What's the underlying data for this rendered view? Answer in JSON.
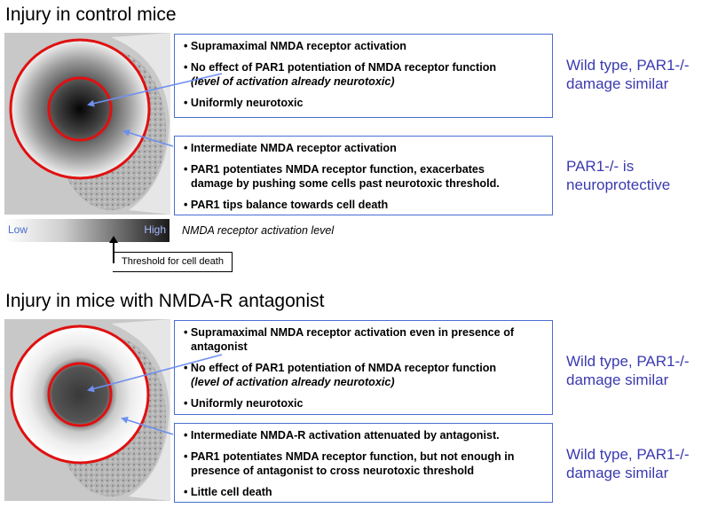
{
  "sections": [
    {
      "title": "Injury in control mice",
      "box1": {
        "items": [
          "• Supramaximal NMDA receptor activation",
          "• No effect of PAR1 potentiation of NMDA receptor function",
          "(level of activation already neurotoxic)",
          "• Uniformly neurotoxic"
        ]
      },
      "outcome1": [
        "Wild type, PAR1-/-",
        "damage similar"
      ],
      "box2": {
        "items": [
          "• Intermediate NMDA receptor activation",
          "• PAR1 potentiates NMDA receptor function, exacerbates",
          "damage by pushing some cells past neurotoxic threshold.",
          "• PAR1 tips balance towards cell death"
        ]
      },
      "outcome2": [
        "PAR1-/- is",
        "neuroprotective"
      ]
    },
    {
      "title": "Injury in mice with NMDA-R antagonist",
      "box1": {
        "items": [
          "• Supramaximal NMDA receptor activation even in presence of",
          "antagonist",
          "• No effect of PAR1 potentiation of NMDA receptor function",
          "(level of activation already neurotoxic)",
          "• Uniformly neurotoxic"
        ]
      },
      "outcome1": [
        "Wild type, PAR1-/-",
        "damage similar"
      ],
      "box2": {
        "items": [
          "• Intermediate NMDA-R activation attenuated by antagonist.",
          "• PAR1 potentiates NMDA receptor function, but not enough in",
          "presence of antagonist to cross neurotoxic threshold",
          "• Little cell death"
        ]
      },
      "outcome2": [
        "Wild type, PAR1-/-",
        "damage similar"
      ]
    }
  ],
  "scale": {
    "low": "Low",
    "high": "High",
    "label": "NMDA receptor activation level",
    "threshold": "Threshold for cell death"
  },
  "colors": {
    "box_border": "#4a6ed0",
    "outcome_text": "#3a3ab0",
    "ring": "#e01010",
    "arrow": "#6e8ff0"
  }
}
